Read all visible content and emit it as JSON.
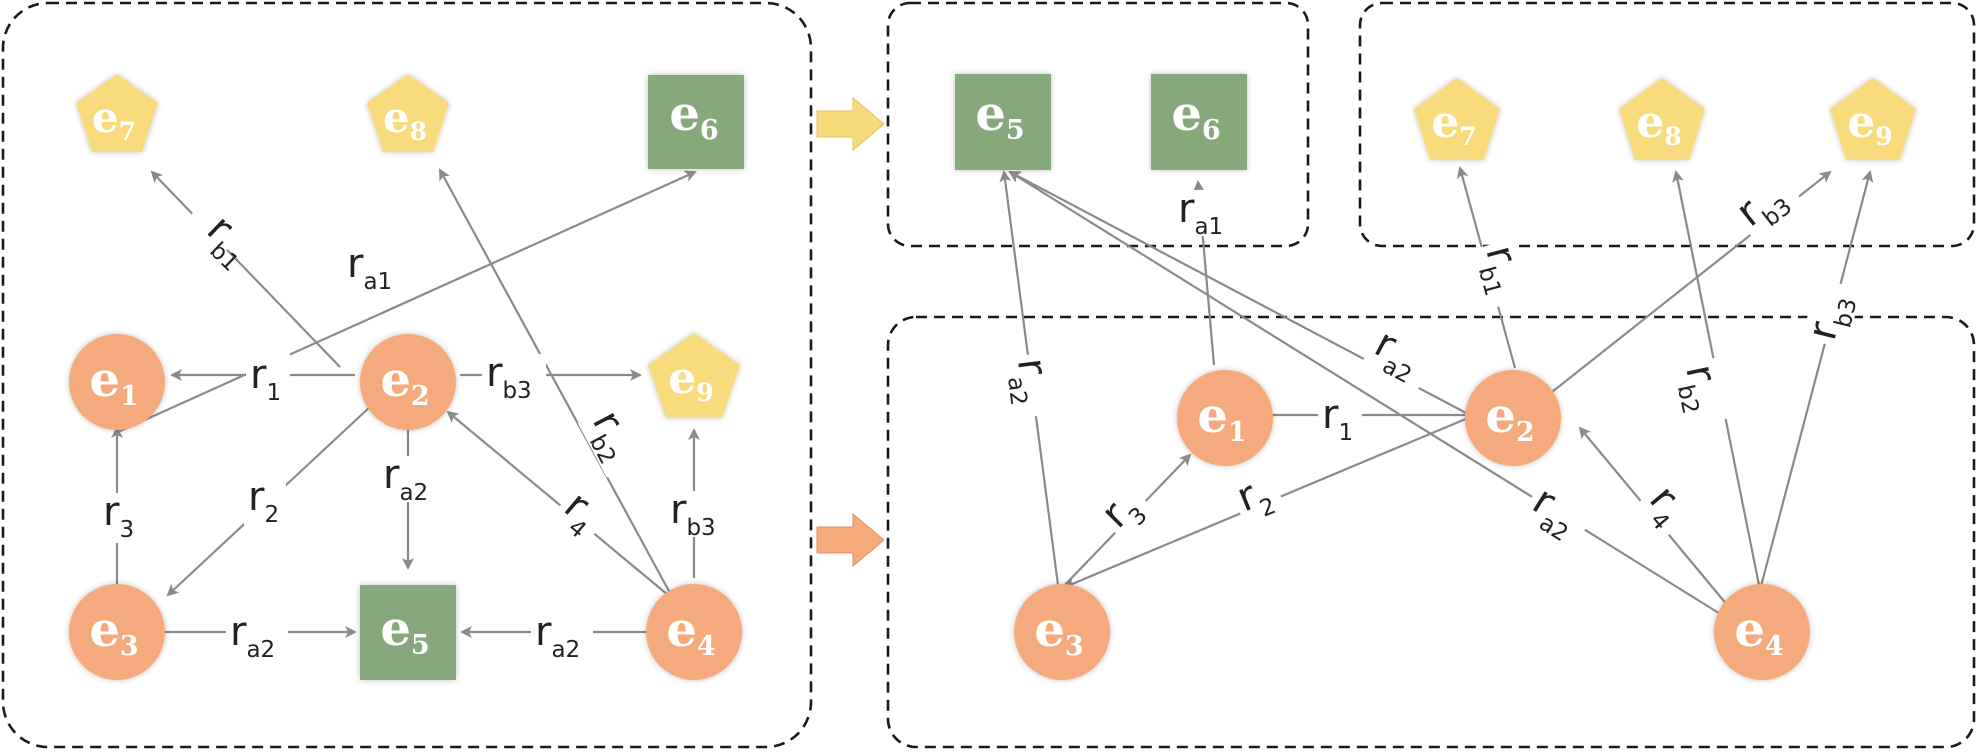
{
  "colors": {
    "entity_circle": "#F4AA7B",
    "entity_square": "#86A97C",
    "entity_pentagon": "#F7DB7B",
    "edge": "#8A8A8A",
    "panel_border": "#1A1A1A",
    "arrow_orange": "#F4AA7B",
    "arrow_yellow": "#F7DB7B"
  },
  "nodes": {
    "L_e1": {
      "base": "e",
      "sub": "1"
    },
    "L_e2": {
      "base": "e",
      "sub": "2"
    },
    "L_e3": {
      "base": "e",
      "sub": "3"
    },
    "L_e4": {
      "base": "e",
      "sub": "4"
    },
    "L_e5": {
      "base": "e",
      "sub": "5"
    },
    "L_e6": {
      "base": "e",
      "sub": "6"
    },
    "L_e7": {
      "base": "e",
      "sub": "7"
    },
    "L_e8": {
      "base": "e",
      "sub": "8"
    },
    "L_e9": {
      "base": "e",
      "sub": "9"
    },
    "R_e1": {
      "base": "e",
      "sub": "1"
    },
    "R_e2": {
      "base": "e",
      "sub": "2"
    },
    "R_e3": {
      "base": "e",
      "sub": "3"
    },
    "R_e4": {
      "base": "e",
      "sub": "4"
    },
    "R_e5": {
      "base": "e",
      "sub": "5"
    },
    "R_e6": {
      "base": "e",
      "sub": "6"
    },
    "R_e7": {
      "base": "e",
      "sub": "7"
    },
    "R_e8": {
      "base": "e",
      "sub": "8"
    },
    "R_e9": {
      "base": "e",
      "sub": "9"
    }
  },
  "edges": {
    "L_rb1": {
      "base": "r",
      "sub": "b1"
    },
    "L_ra1": {
      "base": "r",
      "sub": "a1"
    },
    "L_r1": {
      "base": "r",
      "sub": "1"
    },
    "L_rb3_e2": {
      "base": "r",
      "sub": "b3"
    },
    "L_r2": {
      "base": "r",
      "sub": "2"
    },
    "L_ra2_e2": {
      "base": "r",
      "sub": "a2"
    },
    "L_r4": {
      "base": "r",
      "sub": "4"
    },
    "L_rb2": {
      "base": "r",
      "sub": "b2"
    },
    "L_rb3_e4": {
      "base": "r",
      "sub": "b3"
    },
    "L_r3": {
      "base": "r",
      "sub": "3"
    },
    "L_ra2_e3": {
      "base": "r",
      "sub": "a2"
    },
    "L_ra2_e4": {
      "base": "r",
      "sub": "a2"
    },
    "R_ra2_e3": {
      "base": "r",
      "sub": "a2"
    },
    "R_ra1": {
      "base": "r",
      "sub": "a1"
    },
    "R_rb1": {
      "base": "r",
      "sub": "b1"
    },
    "R_rb3_e2": {
      "base": "r",
      "sub": "b3"
    },
    "R_ra2_e2": {
      "base": "r",
      "sub": "a2"
    },
    "R_r1": {
      "base": "r",
      "sub": "1"
    },
    "R_r3": {
      "base": "r",
      "sub": "3"
    },
    "R_r2": {
      "base": "r",
      "sub": "2"
    },
    "R_ra2_e4": {
      "base": "r",
      "sub": "a2"
    },
    "R_r4": {
      "base": "r",
      "sub": "4"
    },
    "R_rb2": {
      "base": "r",
      "sub": "b2"
    },
    "R_rb3_e4": {
      "base": "r",
      "sub": "b3"
    }
  }
}
